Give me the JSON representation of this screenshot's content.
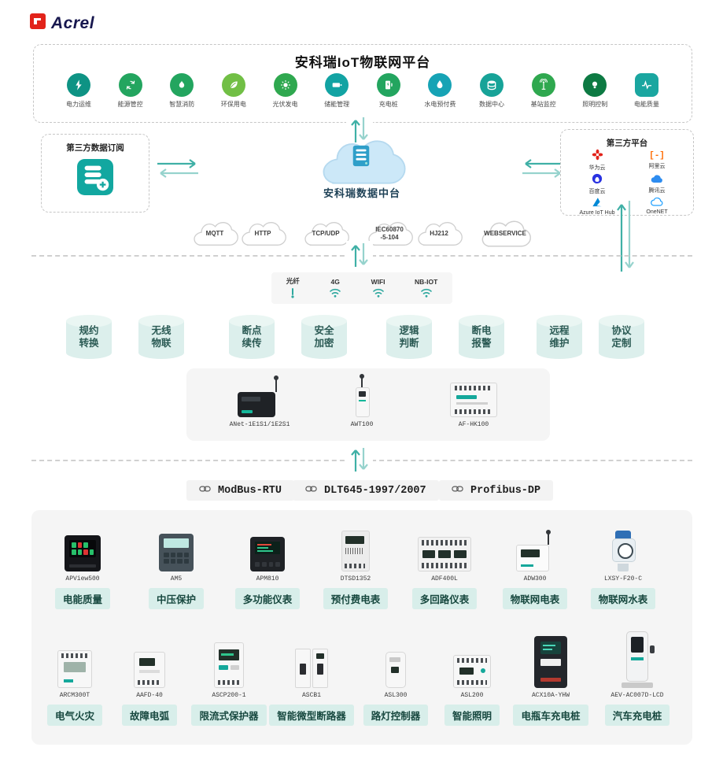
{
  "colors": {
    "accent_teal": "#2FA89F",
    "logo_red": "#E2231A",
    "badge_bg": "#D8EEEA",
    "cloud_blue": "#CCE8F8"
  },
  "logo": {
    "brand": "Acrel"
  },
  "platform": {
    "title": "安科瑞IoT物联网平台",
    "apps": [
      {
        "label": "电力运维",
        "icon": "power-ops-icon",
        "color": "#0E9384"
      },
      {
        "label": "能源管控",
        "icon": "energy-mgmt-icon",
        "color": "#23A55F"
      },
      {
        "label": "智慧消防",
        "icon": "fire-safety-icon",
        "color": "#23A55F"
      },
      {
        "label": "环保用电",
        "icon": "eco-power-icon",
        "color": "#71BF45"
      },
      {
        "label": "光伏发电",
        "icon": "solar-icon",
        "color": "#2FA84F"
      },
      {
        "label": "储能管理",
        "icon": "energy-storage-icon",
        "color": "#12A3A3"
      },
      {
        "label": "充电桩",
        "icon": "ev-charger-icon",
        "color": "#23A55F"
      },
      {
        "label": "水电预付费",
        "icon": "prepaid-water-icon",
        "color": "#16A3B5"
      },
      {
        "label": "数据中心",
        "icon": "data-center-icon",
        "color": "#17A398"
      },
      {
        "label": "基站监控",
        "icon": "base-station-icon",
        "color": "#2FA84F"
      },
      {
        "label": "照明控制",
        "icon": "lighting-icon",
        "color": "#0D7A43"
      },
      {
        "label": "电能质量",
        "icon": "power-quality-icon",
        "color": "#1AA6A0"
      }
    ]
  },
  "subscription": {
    "title": "第三方数据订阅",
    "icon": "database-plus-icon"
  },
  "data_center": {
    "label": "安科瑞数据中台",
    "icon": "cloud-server-icon"
  },
  "third_party": {
    "title": "第三方平台",
    "providers": [
      {
        "name": "华为云",
        "icon": "huawei-cloud-icon",
        "color": "#E2231A"
      },
      {
        "name": "阿里云",
        "icon": "aliyun-icon",
        "color": "#FF6A00"
      },
      {
        "name": "百度云",
        "icon": "baidu-cloud-icon",
        "color": "#2932E1"
      },
      {
        "name": "腾讯云",
        "icon": "tencent-cloud-icon",
        "color": "#2D8CF0"
      },
      {
        "name": "Azure IoT Hub",
        "icon": "azure-iot-icon",
        "color": "#0089D6"
      },
      {
        "name": "OneNET",
        "icon": "onenet-icon",
        "color": "#1E9FFF"
      }
    ]
  },
  "protocol_clouds": [
    {
      "label": "MQTT"
    },
    {
      "label": "HTTP"
    },
    {
      "label": "TCP/UDP"
    },
    {
      "label": "IEC60870-5-104",
      "line1": "IEC60870",
      "line2": "-5-104"
    },
    {
      "label": "HJ212"
    },
    {
      "label": "WEBSERVICE"
    }
  ],
  "networks": [
    {
      "label": "光纤",
      "icon": "fiber-icon"
    },
    {
      "label": "4G",
      "icon": "wifi-icon"
    },
    {
      "label": "WIFI",
      "icon": "wifi-icon"
    },
    {
      "label": "NB-IOT",
      "icon": "wifi-icon"
    }
  ],
  "features": [
    {
      "line1": "规约",
      "line2": "转换"
    },
    {
      "line1": "无线",
      "line2": "物联"
    },
    {
      "line1": "断点",
      "line2": "续传"
    },
    {
      "line1": "安全",
      "line2": "加密"
    },
    {
      "line1": "逻辑",
      "line2": "判断"
    },
    {
      "line1": "断电",
      "line2": "报警"
    },
    {
      "line1": "远程",
      "line2": "维护"
    },
    {
      "line1": "协议",
      "line2": "定制"
    }
  ],
  "gateways": [
    {
      "model": "ANet-1E1S1/1E2S1"
    },
    {
      "model": "AWT100"
    },
    {
      "model": "AF-HK100"
    }
  ],
  "bus_protocols": [
    {
      "label": "ModBus-RTU"
    },
    {
      "label": "DLT645-1997/2007"
    },
    {
      "label": "Profibus-DP"
    }
  ],
  "devices_row1": [
    {
      "model": "APView500",
      "label": "电能质量"
    },
    {
      "model": "AM5",
      "label": "中压保护"
    },
    {
      "model": "APM810",
      "label": "多功能仪表"
    },
    {
      "model": "DTSD1352",
      "label": "预付费电表"
    },
    {
      "model": "ADF400L",
      "label": "多回路仪表"
    },
    {
      "model": "ADW300",
      "label": "物联网电表"
    },
    {
      "model": "LXSY-F20-C",
      "label": "物联网水表"
    }
  ],
  "devices_row2": [
    {
      "model": "ARCM300T",
      "label": "电气火灾"
    },
    {
      "model": "AAFD-40",
      "label": "故障电弧"
    },
    {
      "model": "ASCP200-1",
      "label": "限流式保护器"
    },
    {
      "model": "ASCB1",
      "label": "智能微型断路器"
    },
    {
      "model": "ASL300",
      "label": "路灯控制器"
    },
    {
      "model": "ASL200",
      "label": "智能照明"
    },
    {
      "model": "ACX10A-YHW",
      "label": "电瓶车充电桩"
    },
    {
      "model": "AEV-AC007D-LCD",
      "label": "汽车充电桩"
    }
  ]
}
